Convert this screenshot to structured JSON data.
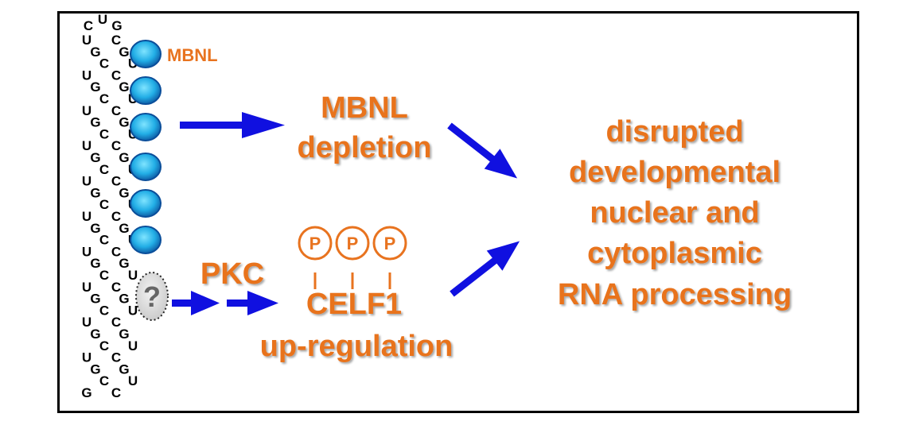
{
  "colors": {
    "label": "#e8731f",
    "arrow": "#1010e0",
    "bead_core": "#35c3f0",
    "bead_edge": "#0a4e9a",
    "frame": "#000000",
    "question": "#555555"
  },
  "hairpin": {
    "loop": [
      "C",
      "U",
      "G"
    ],
    "left_strand": [
      "U",
      "G",
      "C",
      "U",
      "G",
      "C",
      "U",
      "G",
      "C",
      "U",
      "G",
      "C",
      "U",
      "G",
      "C",
      "U",
      "G",
      "C",
      "U",
      "G",
      "C",
      "U",
      "G",
      "C",
      "U",
      "G",
      "C",
      "U",
      "G",
      "C",
      "G"
    ],
    "right_strand": [
      "C",
      "G",
      "U",
      "C",
      "G",
      "U",
      "C",
      "G",
      "U",
      "C",
      "G",
      "U",
      "C",
      "G",
      "U",
      "C",
      "G",
      "U",
      "C",
      "G",
      "U",
      "C",
      "G",
      "U",
      "C",
      "G",
      "U",
      "C",
      "G",
      "U",
      "C"
    ]
  },
  "labels": {
    "mbnl": "MBNL",
    "mbnl_depletion_1": "MBNL",
    "mbnl_depletion_2": "depletion",
    "pkc": "PKC",
    "unknown": "?",
    "phospho": [
      "P",
      "P",
      "P"
    ],
    "celf1": "CELF1",
    "celf1_upregulation": "up-regulation",
    "outcome_lines": [
      "disrupted",
      "developmental",
      "nuclear and",
      "cytoplasmic",
      "RNA processing"
    ]
  }
}
